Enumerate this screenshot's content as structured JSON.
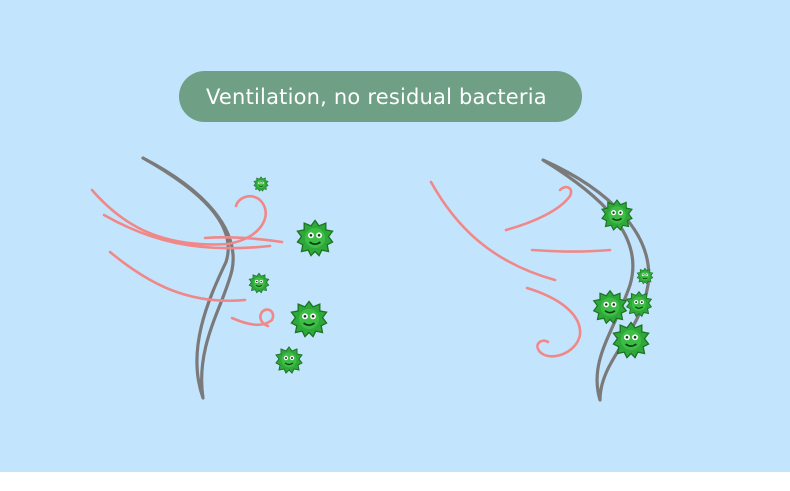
{
  "title": "Ventilation, no residual bacteria",
  "colors": {
    "background": "#c3e4fd",
    "pill": "#6f9f85",
    "pill_text": "#ffffff",
    "airflow": "#f08888",
    "mask_layer": "#7a7a7a",
    "bacteria_fill": "#2fa83a",
    "bacteria_dark": "#1b7424"
  },
  "panels": [
    {
      "name": "left",
      "airflow": "passes-through-mask",
      "bacteria_side": "outside"
    },
    {
      "name": "right",
      "airflow": "deflected-by-mask",
      "bacteria_side": "trapped-on-mask"
    }
  ],
  "icons": [
    "bacteria-icon"
  ]
}
